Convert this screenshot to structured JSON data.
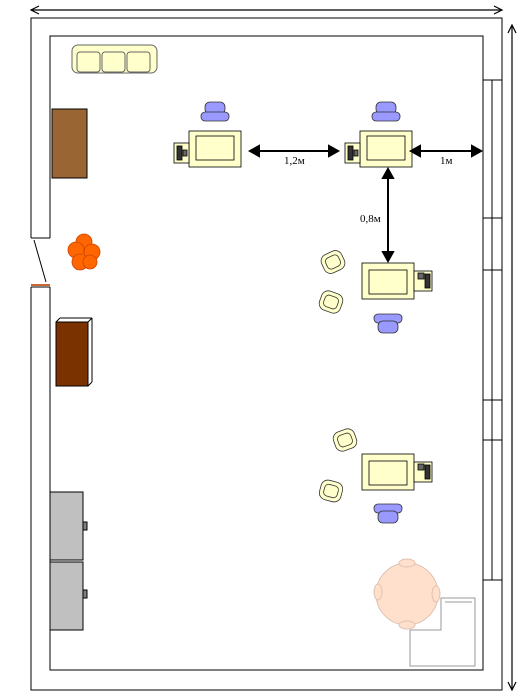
{
  "dimensions": {
    "desk_gap": "1,2м",
    "wall_gap": "1м",
    "row_gap": "0,8м"
  },
  "colors": {
    "wall": "#000000",
    "desk_fill": "#ffffcc",
    "chair_fill": "#9999ff",
    "armchair_fill": "#ffffcc",
    "cabinet_light": "#996633",
    "cabinet_dark": "#7a3300",
    "plant": "#ff6600",
    "filing_cabinet": "#c0c0c0",
    "round_table": "#ffe0cc",
    "sofa": "#ffffcc"
  }
}
